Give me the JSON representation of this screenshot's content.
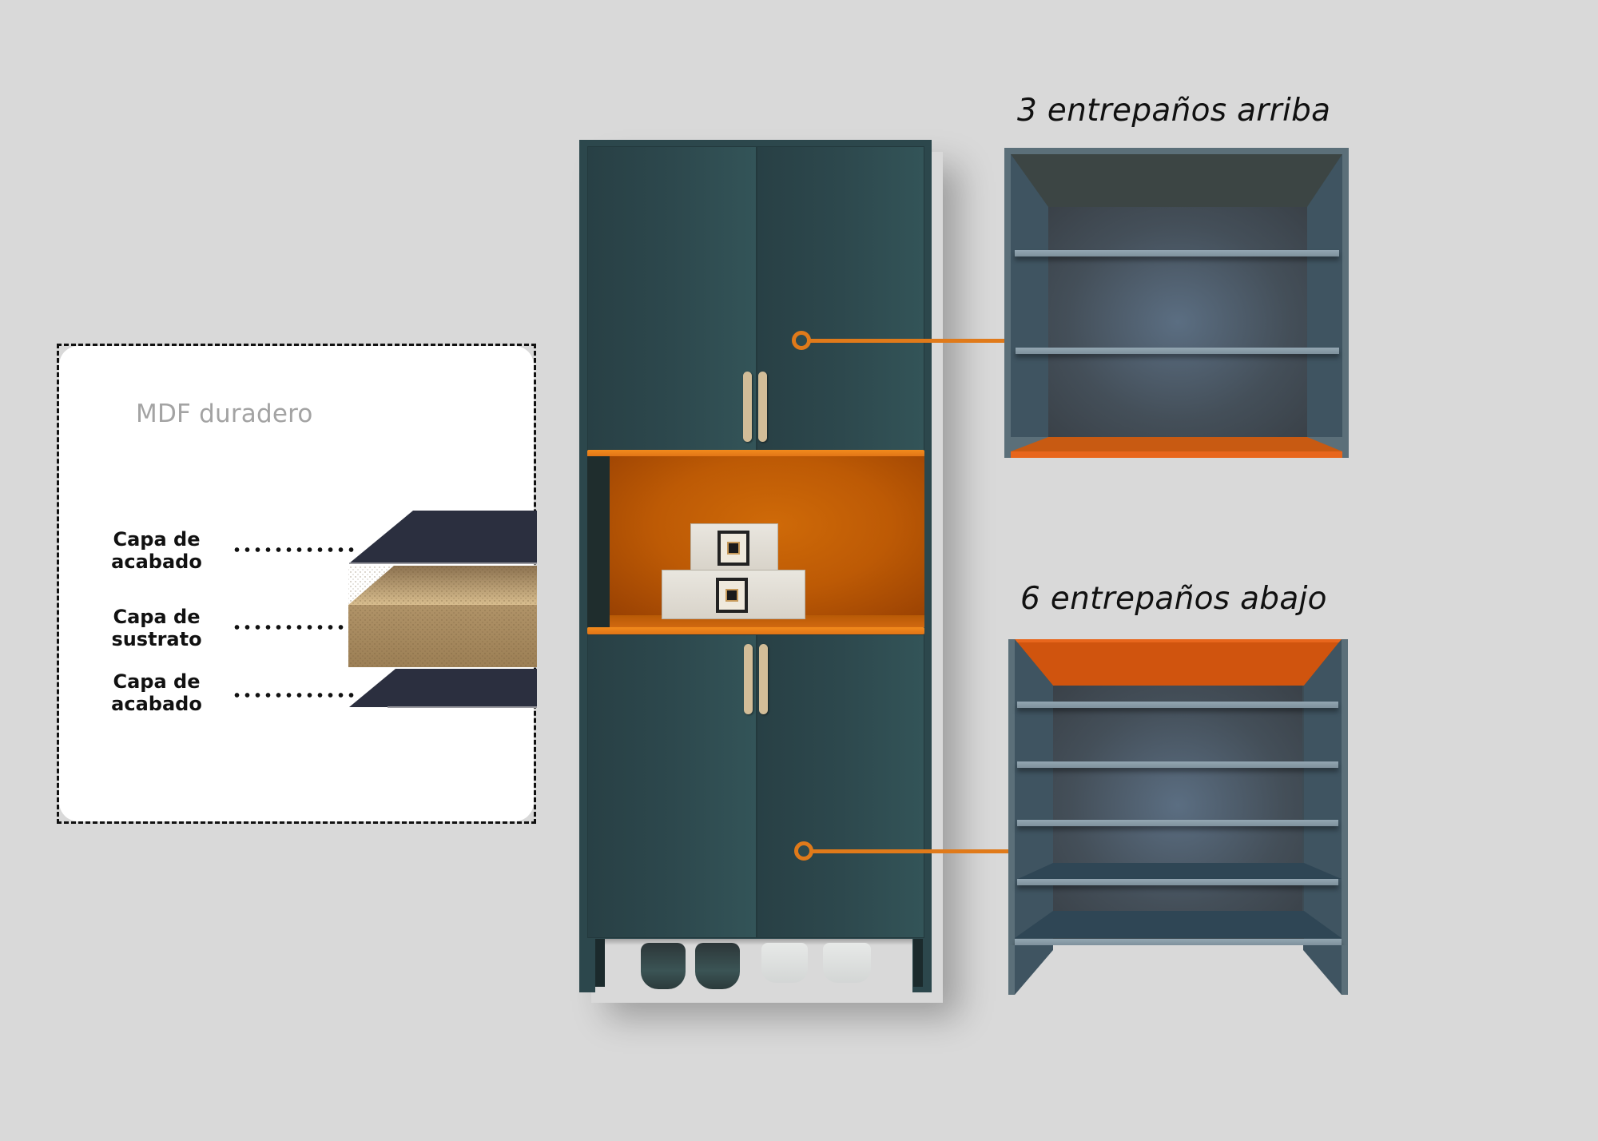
{
  "page": {
    "background": "#d9d9d9",
    "accent_color": "#e07a1a",
    "cabinet_color": "#2c474c"
  },
  "mdf_panel": {
    "title": "MDF duradero",
    "layers": [
      {
        "line1": "Capa de",
        "line2": "acabado",
        "color": "#2b2f3f"
      },
      {
        "line1": "Capa de",
        "line2": "sustrato",
        "color": "#a88a5c"
      },
      {
        "line1": "Capa de",
        "line2": "acabado",
        "color": "#2b2f3f"
      }
    ]
  },
  "callouts": {
    "upper": {
      "title": "3 entrepaños arriba",
      "shelves": 3
    },
    "lower": {
      "title": "6 entrepaños abajo",
      "shelves": 6
    }
  }
}
